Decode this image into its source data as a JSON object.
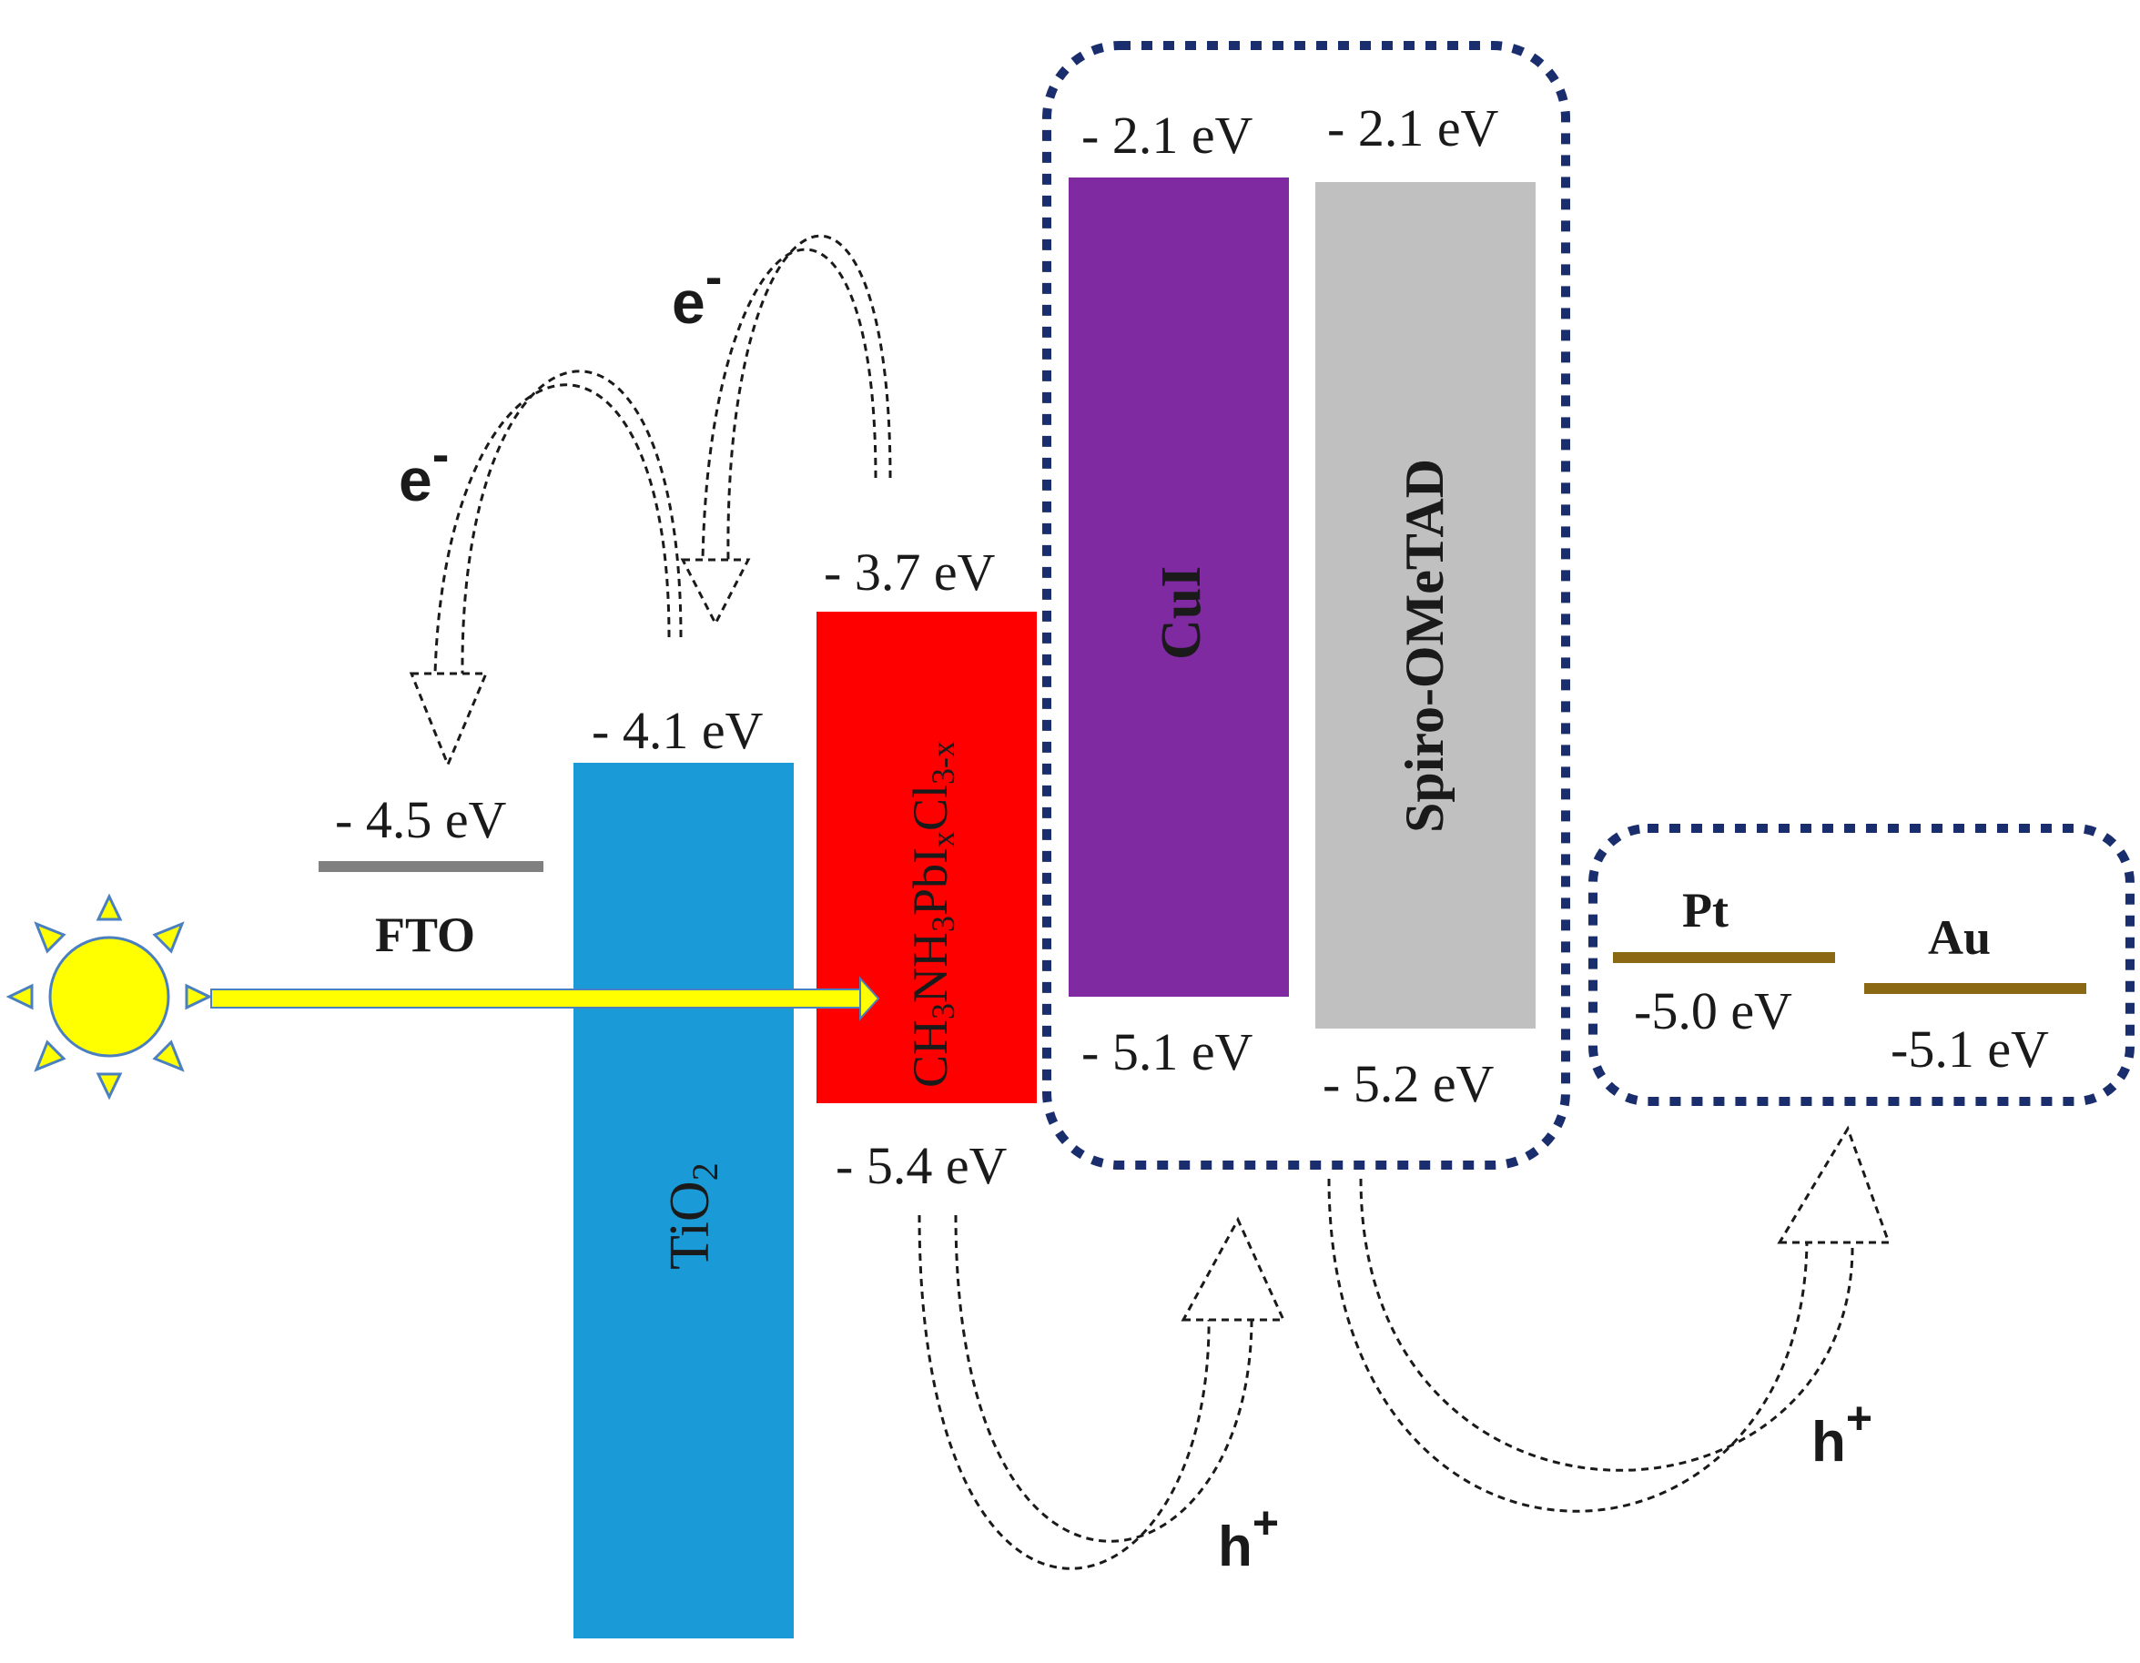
{
  "layers": {
    "fto": {
      "name": "FTO",
      "level": "- 4.5 eV"
    },
    "tio2": {
      "name": "TiO2",
      "top": "- 4.1 eV"
    },
    "perovskite": {
      "name": "CH3NH3PbIxCl3-x",
      "top": "- 3.7 eV",
      "bottom": "- 5.4 eV"
    },
    "cui": {
      "name": "CuI",
      "top": "- 2.1 eV",
      "bottom": "- 5.1 eV"
    },
    "spiro": {
      "name": "Spiro-OMeTAD",
      "top": "- 2.1 eV",
      "bottom": "- 5.2 eV"
    },
    "pt": {
      "name": "Pt",
      "level": "-5.0 eV"
    },
    "au": {
      "name": "Au",
      "level": "-5.1 eV"
    }
  },
  "carriers": {
    "electron": "e",
    "electron_sign": "-",
    "hole": "h",
    "hole_sign": "+"
  },
  "colors": {
    "tio2": "#1a9bd7",
    "perovskite": "#ff0000",
    "cui": "#7f2aa0",
    "spiro": "#c0c0c0",
    "fto": "#808080",
    "metal": "#8b6914",
    "dotted_box": "#1a2e6e",
    "sun": "#ffff00",
    "sun_outline": "#4a7fc0",
    "light_arrow": "#ffff00"
  },
  "icons": {
    "light_source": "sun-icon"
  }
}
